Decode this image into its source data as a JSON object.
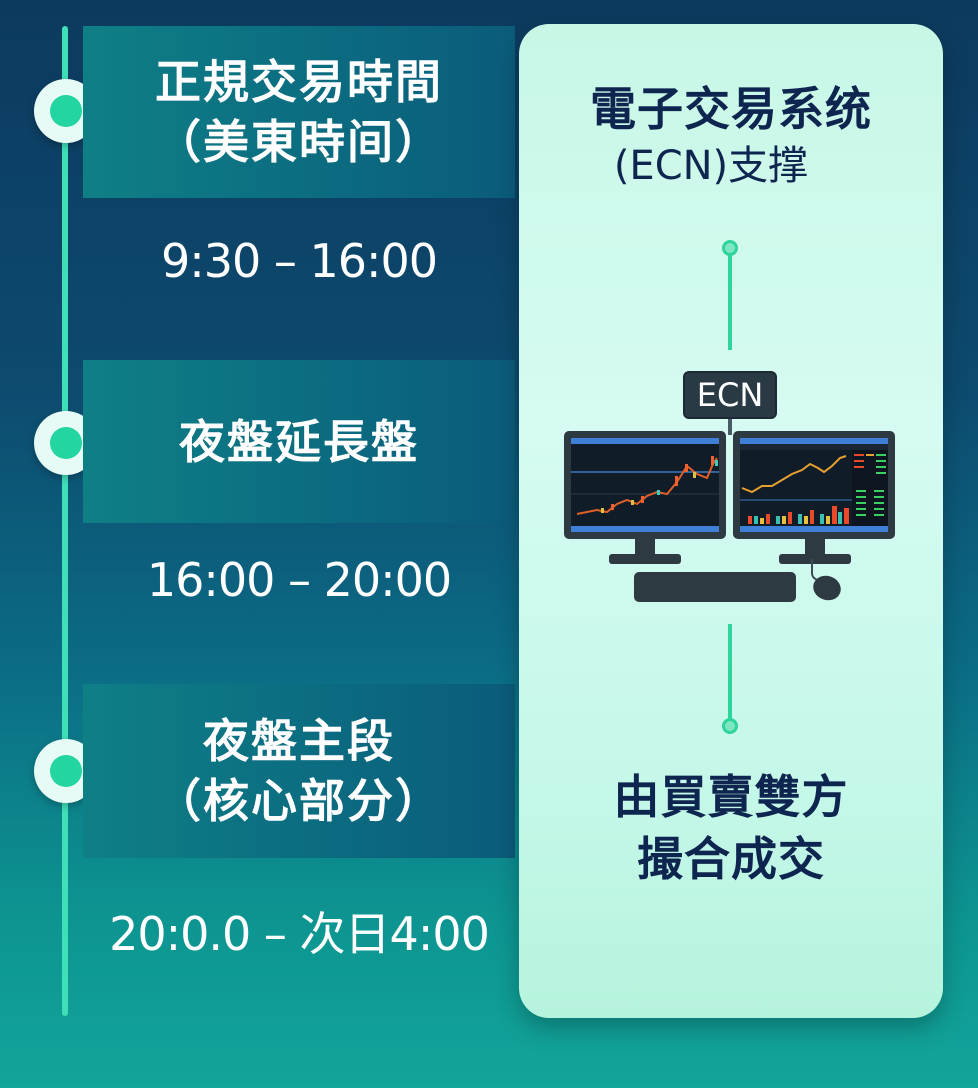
{
  "timeline": {
    "sessions": [
      {
        "title_lines": [
          "正規交易時間",
          "（美東時间）"
        ],
        "time": "9:30 – 16:00"
      },
      {
        "title_lines": [
          "夜盤延長盤"
        ],
        "time": "16:00 – 20:00"
      },
      {
        "title_lines": [
          "夜盤主段",
          "（核心部分）"
        ],
        "time": "20:0.0 – 次日4:00"
      }
    ]
  },
  "card": {
    "title_lines": [
      "電子交易系统",
      "(ECN)支撑"
    ],
    "ecn_label": "ECN",
    "illustration": "dual-monitor-trading-workstation",
    "bottom_lines": [
      "由買賣雙方",
      "撮合成交"
    ]
  },
  "colors": {
    "timeline_accent": "#3fe0b8",
    "node_dot": "#23d5a0",
    "card_text": "#0e2550",
    "connector": "#2fd39c"
  }
}
